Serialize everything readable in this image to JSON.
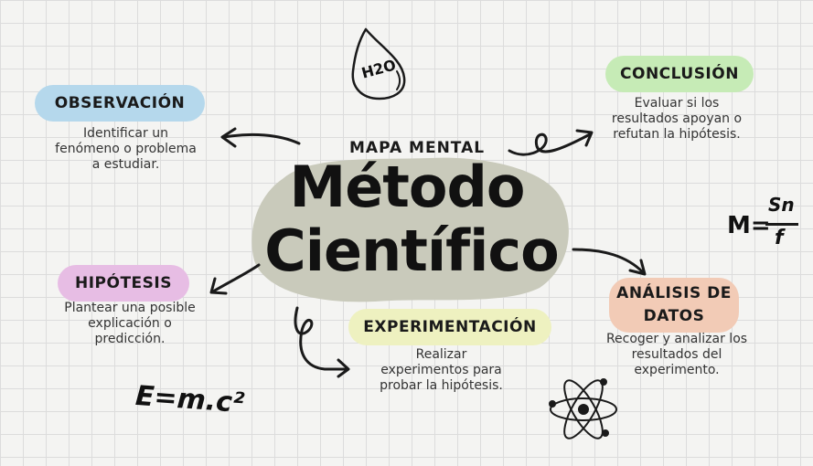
{
  "center": {
    "subtitle": "MAPA MENTAL",
    "title_line1": "Método",
    "title_line2": "Científico"
  },
  "nodes": {
    "observacion": {
      "label": "OBSERVACIÓN",
      "description": "Identificar un\nfenómeno o problema\na estudiar.",
      "color": "#b5d8ec"
    },
    "hipotesis": {
      "label": "HIPÓTESIS",
      "description": "Plantear una posible\nexplicación o\npredicción.",
      "color": "#e7bde4"
    },
    "experimentacion": {
      "label": "EXPERIMENTACIÓN",
      "description": "Realizar\nexperimentos para\nprobar la hipótesis.",
      "color": "#eef1c0"
    },
    "analisis": {
      "label_line1": "ANÁLISIS DE",
      "label_line2": "DATOS",
      "description": "Recoger y analizar los\nresultados del\nexperimento.",
      "color": "#f2cbb6"
    },
    "conclusion": {
      "label": "CONCLUSIÓN",
      "description": "Evaluar si los\nresultados apoyan o\nrefutan la hipótesis.",
      "color": "#c6ebb6"
    }
  },
  "doodles": {
    "water_drop": {
      "text": "H2O",
      "icon": "water-drop-icon"
    },
    "formula_energy": {
      "text": "E=m.c²"
    },
    "formula_m": {
      "lhs": "M=",
      "numerator": "Sn",
      "denominator": "f"
    },
    "atom": {
      "icon": "atom-icon"
    }
  },
  "colors": {
    "background": "#f4f4f2",
    "grid": "#dcdcdc",
    "center_blob": "#c9cabb",
    "ink": "#1a1a1a"
  }
}
